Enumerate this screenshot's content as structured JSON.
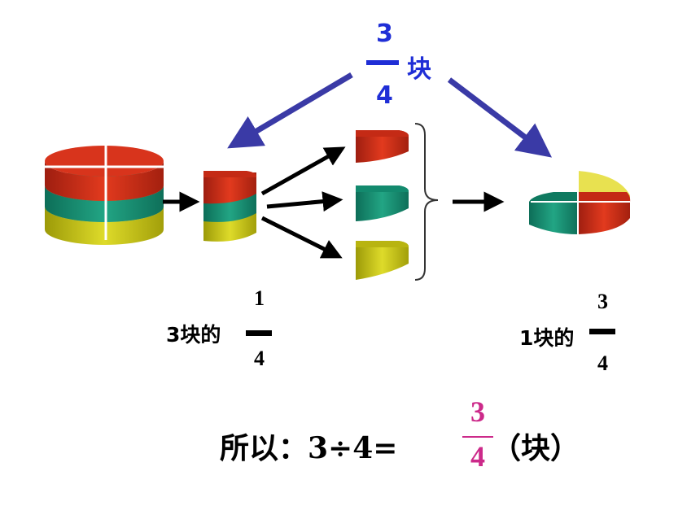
{
  "top_fraction": {
    "numerator": "3",
    "denominator": "4",
    "unit": "块"
  },
  "left_label": {
    "prefix": "3块的",
    "numerator": "1",
    "denominator": "4"
  },
  "right_label": {
    "prefix": "1块的",
    "numerator": "3",
    "denominator": "4"
  },
  "equation": {
    "text": "所以：3÷4=",
    "numerator": "3",
    "denominator": "4",
    "unit": "（块）"
  },
  "colors": {
    "red": "#d8341c",
    "green": "#179a7c",
    "yellow": "#c9c414",
    "arrow_blue": "#3a3aa6",
    "answer": "#cc2a8a"
  }
}
